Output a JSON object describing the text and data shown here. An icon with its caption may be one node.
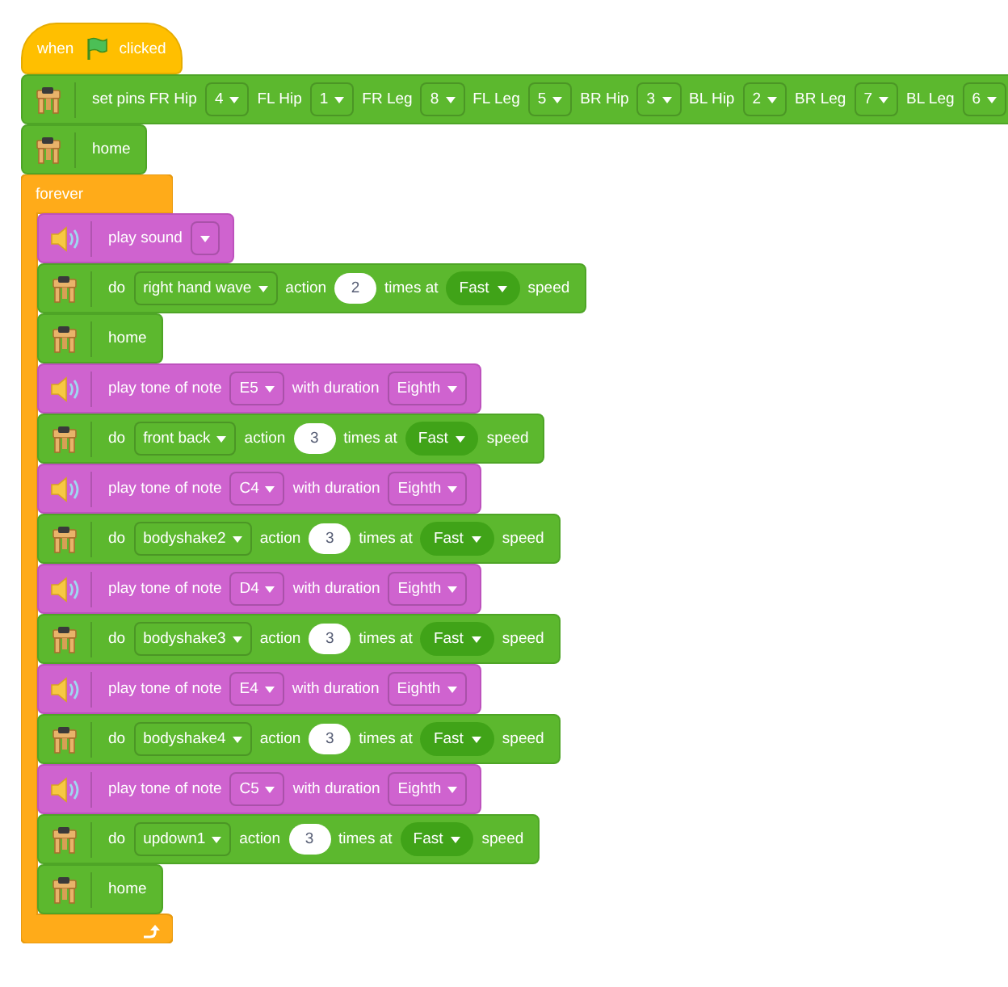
{
  "diagram": {
    "nodes": [
      {
        "text": [
          "when",
          "clicked"
        ]
      },
      {
        "text": [
          "set pins FR Hip",
          "4",
          "FL Hip",
          "1",
          "FR Leg",
          "8",
          "FL Leg",
          "5",
          "BR Hip",
          "3",
          "BL Hip",
          "2",
          "BR Leg",
          "7",
          "BL Leg",
          "6"
        ]
      },
      {
        "text": [
          "home"
        ]
      },
      {
        "text": [
          "forever"
        ]
      },
      {
        "text": [
          "play sound"
        ]
      },
      {
        "text": [
          "do",
          "right hand wave",
          "action",
          "2",
          "times at",
          "Fast",
          "speed"
        ]
      },
      {
        "text": [
          "home"
        ]
      },
      {
        "text": [
          "play tone of note",
          "E5",
          "with duration",
          "Eighth"
        ]
      },
      {
        "text": [
          "do",
          "front back",
          "action",
          "3",
          "times at",
          "Fast",
          "speed"
        ]
      },
      {
        "text": [
          "play tone of note",
          "C4",
          "with duration",
          "Eighth"
        ]
      },
      {
        "text": [
          "do",
          "bodyshake2",
          "action",
          "3",
          "times at",
          "Fast",
          "speed"
        ]
      },
      {
        "text": [
          "play tone of note",
          "D4",
          "with duration",
          "Eighth"
        ]
      },
      {
        "text": [
          "do",
          "bodyshake3",
          "action",
          "3",
          "times at",
          "Fast",
          "speed"
        ]
      },
      {
        "text": [
          "play tone of note",
          "E4",
          "with duration",
          "Eighth"
        ]
      },
      {
        "text": [
          "do",
          "bodyshake4",
          "action",
          "3",
          "times at",
          "Fast",
          "speed"
        ]
      },
      {
        "text": [
          "play tone of note",
          "C5",
          "with duration",
          "Eighth"
        ]
      },
      {
        "text": [
          "do",
          "updown1",
          "action",
          "3",
          "times at",
          "Fast",
          "speed"
        ]
      },
      {
        "text": [
          "home"
        ]
      }
    ]
  }
}
